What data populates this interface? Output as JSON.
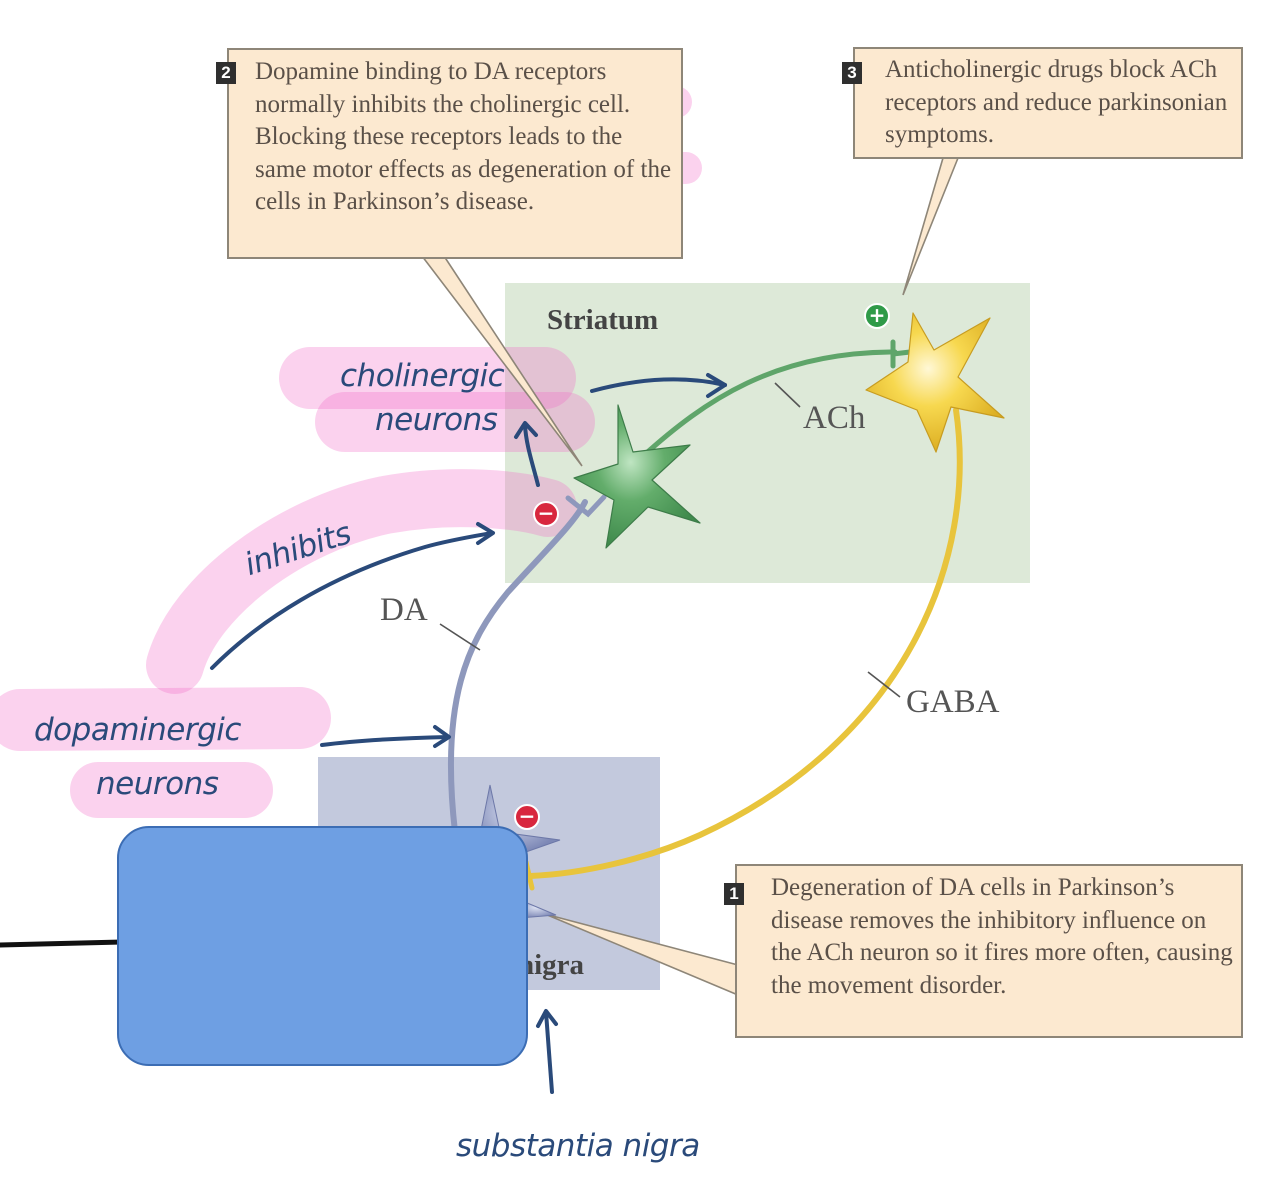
{
  "regions": {
    "striatum": "Striatum",
    "substantia_nigra_visible": "nigra"
  },
  "callouts": [
    {
      "number": "2",
      "text": "Dopamine binding to DA receptors normally inhibits the cholinergic cell. Blocking these receptors leads to the same motor effects as degeneration of the cells in Parkinson’s disease."
    },
    {
      "number": "3",
      "text": "Anticholinergic drugs block ACh receptors and reduce parkinsonian symptoms."
    },
    {
      "number": "1",
      "text": "Degeneration of DA cells in Parkinson’s disease removes the inhibitory influence on the ACh neuron so it fires more often, causing the movement disorder."
    }
  ],
  "neurotransmitters": {
    "ach": "ACh",
    "da": "DA",
    "gaba": "GABA"
  },
  "markers": {
    "plus": "+",
    "minus": "−"
  },
  "handwritten": {
    "cholinergic_line1": "cholinergic",
    "cholinergic_line2": "neurons",
    "inhibits": "inhibits",
    "dopaminergic_line1": "dopaminergic",
    "dopaminergic_line2": "neurons",
    "substantia_nigra": "substantia nigra"
  },
  "colors": {
    "striatum_bg": "#dde9d8",
    "substantia_nigra_bg": "#c3c9dd",
    "callout_bg": "#fce9d0",
    "highlight": "#f26bc8",
    "pen": "#2a4a7a",
    "cover_box": "#6e9fe3",
    "ach_neuron": "#4f9d5e",
    "gaba_neuron": "#f0cc3c",
    "da_axon": "#8e98bc"
  }
}
